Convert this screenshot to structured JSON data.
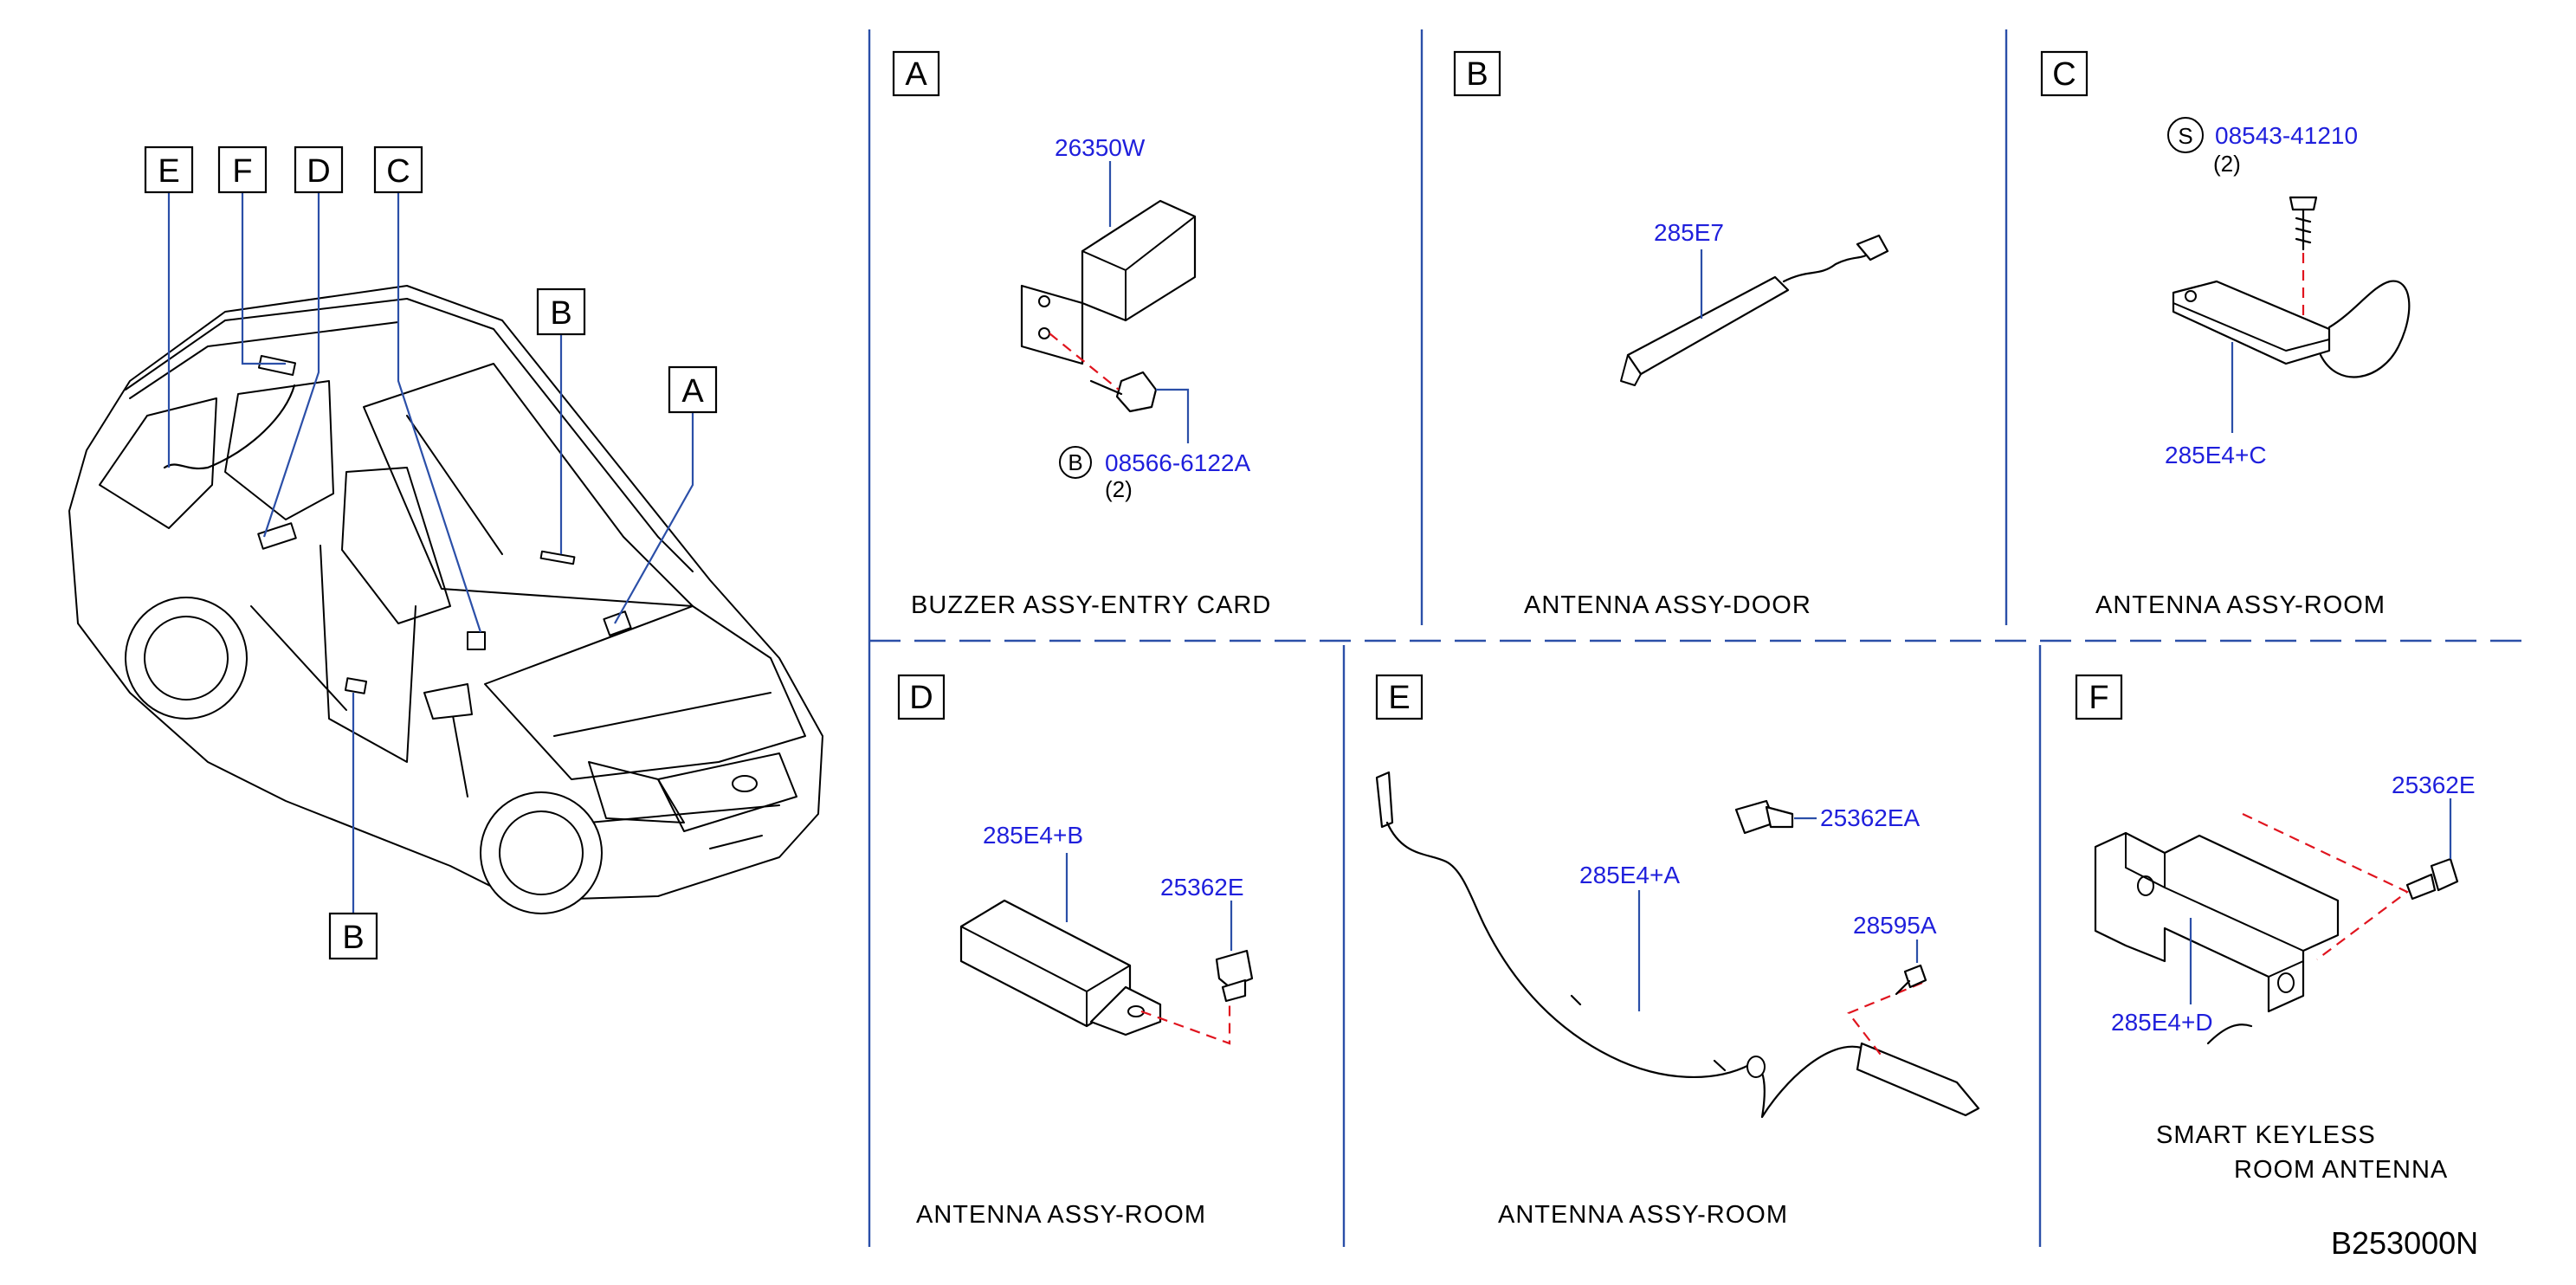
{
  "overview": {
    "callouts": [
      "E",
      "F",
      "D",
      "C",
      "B",
      "A",
      "B"
    ]
  },
  "panels": {
    "A": {
      "letter": "A",
      "caption": "BUZZER   ASSY-ENTRY   CARD",
      "parts": [
        {
          "number": "26350W"
        },
        {
          "prefix": "B",
          "number": "08566-6122A",
          "qty": "(2)"
        }
      ]
    },
    "B": {
      "letter": "B",
      "caption": "ANTENNA   ASSY-DOOR",
      "parts": [
        {
          "number": "285E7"
        }
      ]
    },
    "C": {
      "letter": "C",
      "caption": "ANTENNA   ASSY-ROOM",
      "parts": [
        {
          "prefix": "S",
          "number": "08543-41210",
          "qty": "(2)"
        },
        {
          "number": "285E4+C"
        }
      ]
    },
    "D": {
      "letter": "D",
      "caption": "ANTENNA   ASSY-ROOM",
      "parts": [
        {
          "number": "285E4+B"
        },
        {
          "number": "25362E"
        }
      ]
    },
    "E": {
      "letter": "E",
      "caption": "ANTENNA   ASSY-ROOM",
      "parts": [
        {
          "number": "25362EA"
        },
        {
          "number": "285E4+A"
        },
        {
          "number": "28595A"
        }
      ]
    },
    "F": {
      "letter": "F",
      "caption_line1": "SMART   KEYLESS",
      "caption_line2": "ROOM   ANTENNA",
      "parts": [
        {
          "number": "25362E"
        },
        {
          "number": "285E4+D"
        }
      ]
    }
  },
  "diagram_code": "B253000N",
  "colors": {
    "part_number": "#1f1fdc",
    "leader": "#2b4fa8",
    "mating_dash": "#e0141e"
  }
}
